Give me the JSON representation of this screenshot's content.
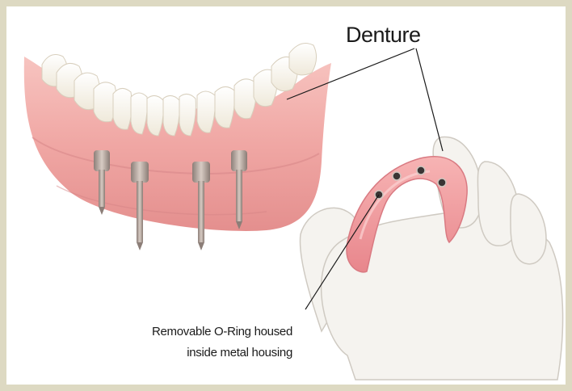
{
  "labels": {
    "denture": "Denture",
    "oring_line1": "Removable O-Ring housed",
    "oring_line2": "inside metal housing"
  },
  "colors": {
    "frame": "#ddd9c2",
    "background": "#ffffff",
    "gum": "#f2a9a9",
    "tooth": "#fbf8ef",
    "implant": "#b8aaa2",
    "oring": "#2b2b2b",
    "glove": "#f4f2ee",
    "text": "#1a1a1a"
  }
}
